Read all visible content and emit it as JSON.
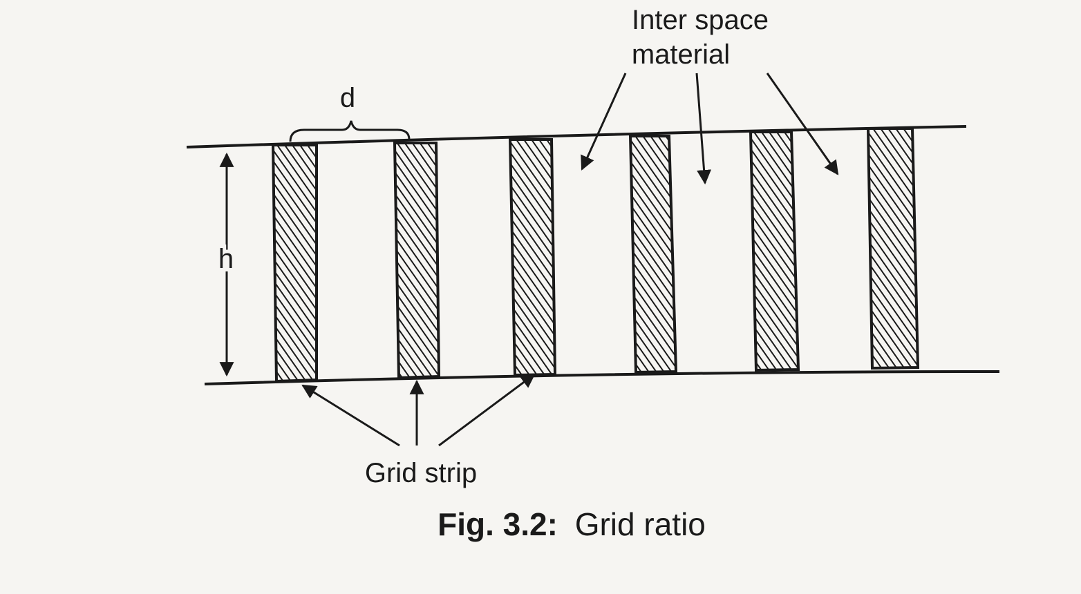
{
  "labels": {
    "inter_space_line1": "Inter space",
    "inter_space_line2": "material",
    "d": "d",
    "h": "h",
    "grid_strip": "Grid strip"
  },
  "caption": {
    "prefix": "Fig. 3.2:",
    "text": "Grid ratio"
  },
  "colors": {
    "ink": "#1a1a1a",
    "paper": "#f6f5f2"
  },
  "strip_count": 6
}
